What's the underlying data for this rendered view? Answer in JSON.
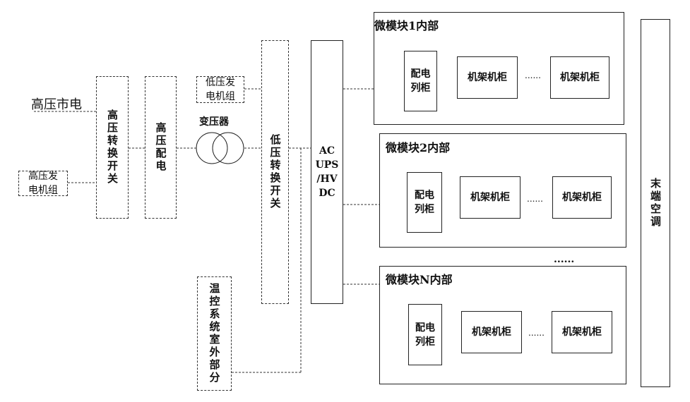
{
  "left": {
    "hv_mains": "高压市电",
    "hv_generator": "高压发\n电机组",
    "hv_switch": "高压转换开关",
    "hv_distribution": "高压配电",
    "transformer": "变压器",
    "lv_generator": "低压发\n电机组",
    "lv_switch": "低压转换开关",
    "cooling_outdoor": "温控系统室外部分",
    "ups": "AC\nUPS\n/HV\nDC"
  },
  "modules": [
    {
      "title": "微模块1内部",
      "panel": "配电\n列柜",
      "rack1": "机架机柜",
      "ellipsis": "......",
      "rack2": "机架机柜"
    },
    {
      "title": "微模块2内部",
      "panel": "配电\n列柜",
      "rack1": "机架机柜",
      "ellipsis": "......",
      "rack2": "机架机柜"
    },
    {
      "title": "微模块N内部",
      "panel": "配电\n列柜",
      "rack1": "机架机柜",
      "ellipsis": "......",
      "rack2": "机架机柜"
    }
  ],
  "between_modules_dots": "......",
  "end_ac": "末端空调"
}
